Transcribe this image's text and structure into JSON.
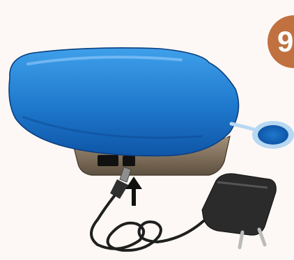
{
  "step": {
    "number": "9"
  },
  "colors": {
    "background": "#fdf8f5",
    "badge": "#c0713f",
    "gel_pad": "#1e78cc",
    "gel_pad_dark": "#0f56a8",
    "base_unit": "#7a6a55",
    "charger": "#2b2b2b",
    "arrow": "#111111"
  },
  "icons": [
    "gel-pad",
    "base-unit",
    "connector-port",
    "insert-arrow-icon",
    "power-cable",
    "wall-charger"
  ]
}
